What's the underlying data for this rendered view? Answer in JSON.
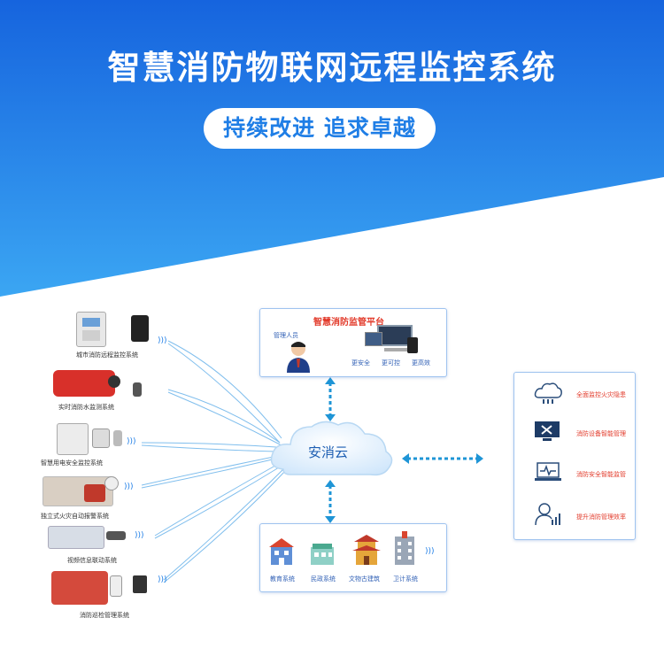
{
  "header": {
    "title": "智慧消防物联网远程监控系统",
    "slogan": "持续改进 追求卓越"
  },
  "left_systems": [
    "城市消防远程监控系统",
    "实时消防水监测系统",
    "智慧用电安全监控系统",
    "独立式火灾自动报警系统",
    "视频信息联动系统",
    "消防巡检管理系统"
  ],
  "platform": {
    "title": "智慧消防监管平台",
    "manager_label": "管理人员",
    "tags": [
      "更安全",
      "更可控",
      "更高效"
    ]
  },
  "cloud": {
    "label": "安消云"
  },
  "buildings": [
    "教育系统",
    "民政系统",
    "文物古建筑",
    "卫计系统"
  ],
  "features": [
    {
      "icon": "cloud-data-icon",
      "label": "全面监控火灾隐患"
    },
    {
      "icon": "monitor-tools-icon",
      "label": "消防设备智能管理"
    },
    {
      "icon": "laptop-pulse-icon",
      "label": "消防安全智能监管"
    },
    {
      "icon": "user-chart-icon",
      "label": "提升消防管理效率"
    }
  ],
  "colors": {
    "banner_top": "#1a6fe0",
    "banner_bottom": "#3aa2f2",
    "accent_blue": "#1f7ee6",
    "alert_red": "#e23a2a",
    "line_blue": "#4aa3e8"
  }
}
